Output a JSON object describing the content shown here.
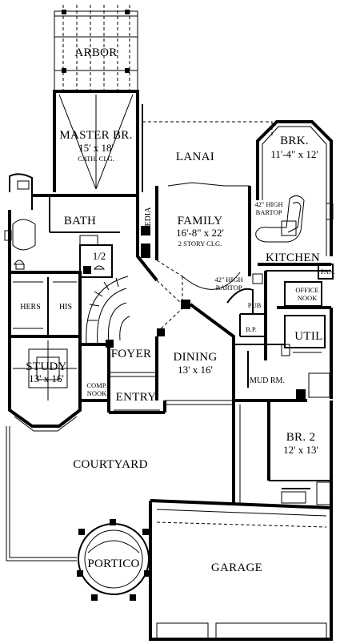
{
  "rooms": {
    "arbor": "ARBOR",
    "master_name": "MASTER BR.",
    "master_size": "15' x 18'",
    "master_note": "CATH. CLG.",
    "lanai": "LANAI",
    "brk_name": "BRK.",
    "brk_size": "11'-4\" x 12'",
    "bath": "BATH",
    "media": "MEDIA",
    "family_name": "FAMILY",
    "family_size": "16'-8\" x 22'",
    "family_note": "2 STORY CLG.",
    "bartop_a_1": "42\" HIGH",
    "bartop_a_2": "BARTOP",
    "bartop_b_1": "42\" HIGH",
    "bartop_b_2": "BARTOP",
    "kitchen": "KITCHEN",
    "pan": "PAN.",
    "office_1": "OFFICE",
    "office_2": "NOOK",
    "half_bath": "1/2",
    "hers": "HERS",
    "his": "HIS",
    "pub": "PUB",
    "util": "UTIL.",
    "bp": "B.P.",
    "foyer": "FOYER",
    "dining_name": "DINING",
    "dining_size": "13' x 16'",
    "study_name": "STUDY",
    "study_size": "13' x 16'",
    "comp_1": "COMP.",
    "comp_2": "NOOK",
    "entry": "ENTRY",
    "mud": "MUD RM.",
    "br2_name": "BR. 2",
    "br2_size": "12' x 13'",
    "courtyard": "COURTYARD",
    "portico": "PORTICO",
    "garage": "GARAGE"
  }
}
